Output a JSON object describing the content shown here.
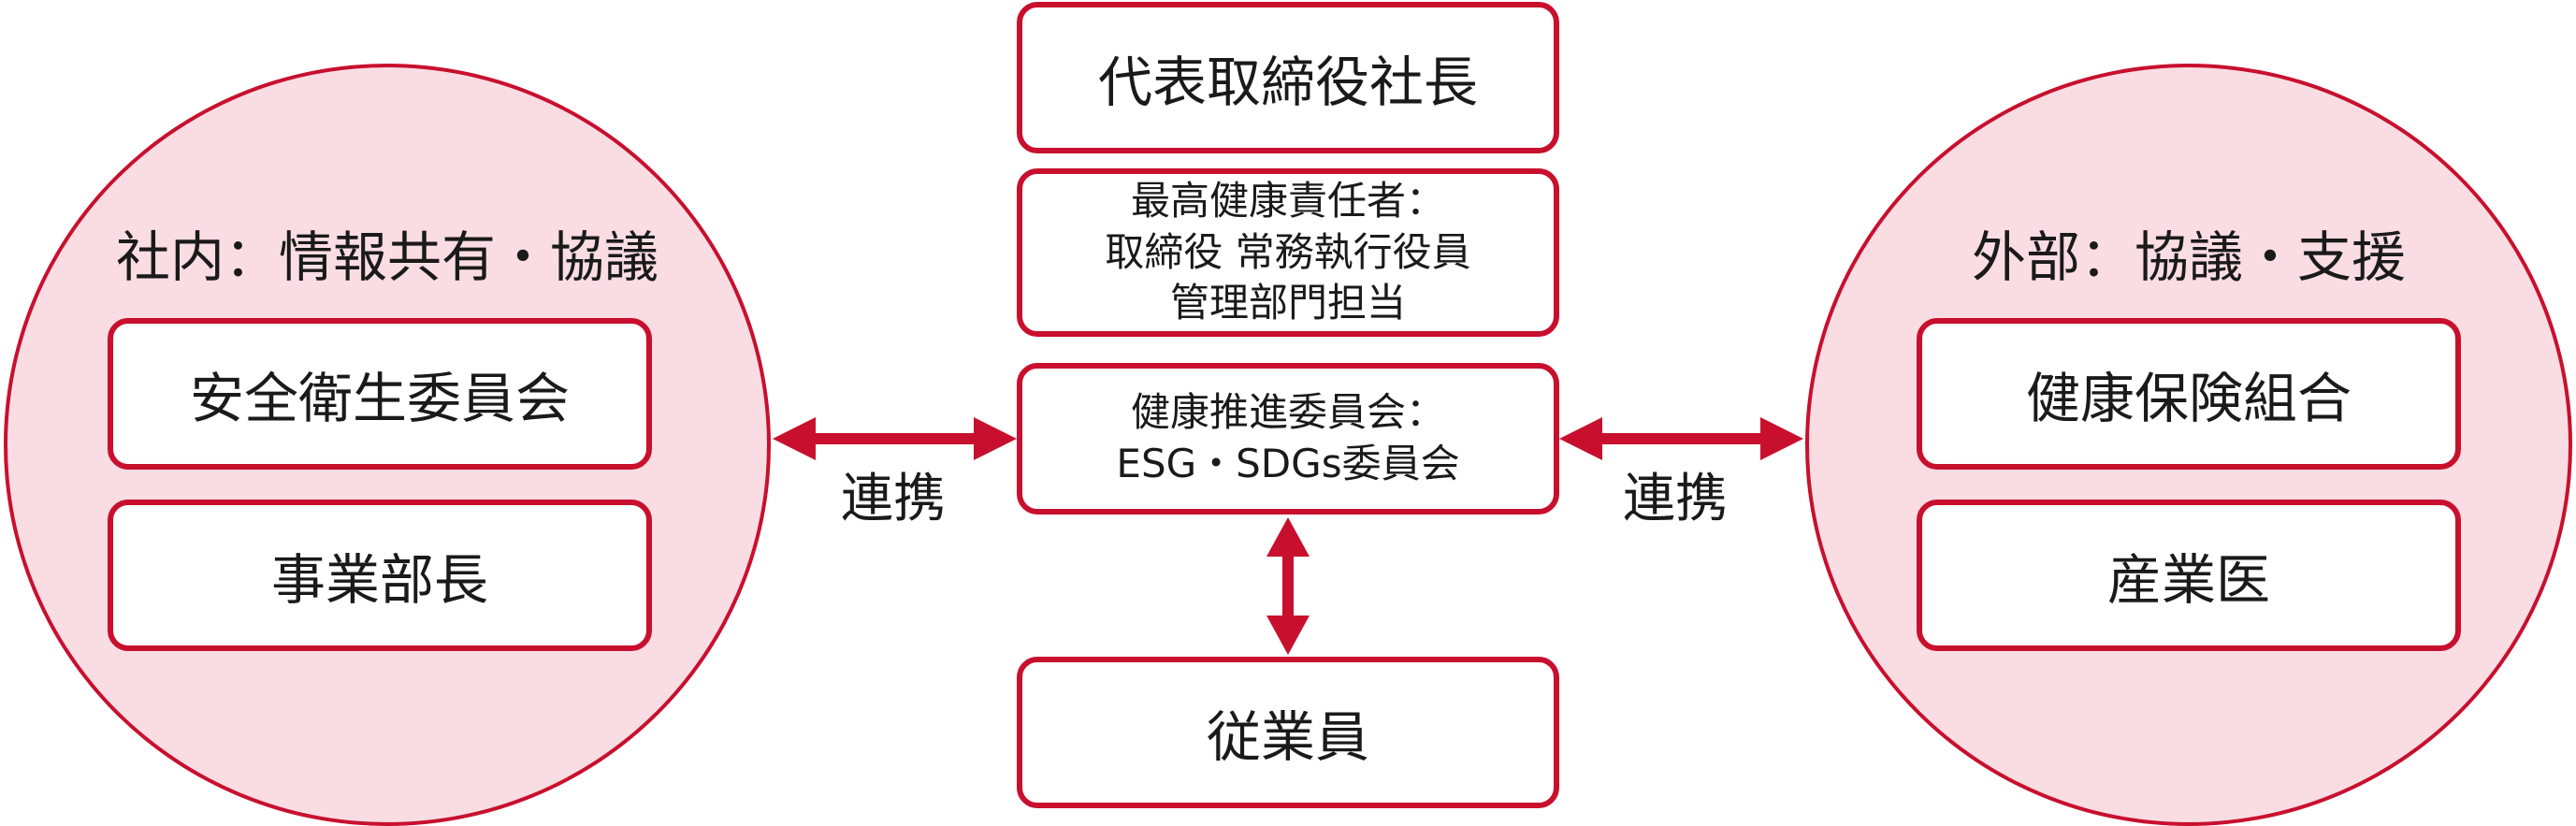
{
  "center": {
    "president": "代表取締役社長",
    "chief_officer": {
      "line1": "最高健康責任者：",
      "line2": "取締役 常務執行役員",
      "line3": "管理部門担当"
    },
    "committee": {
      "line1": "健康推進委員会：",
      "line2": "ESG・SDGs委員会"
    },
    "employees": "従業員"
  },
  "internal": {
    "title": "社内：情報共有・協議",
    "items": [
      "安全衛生委員会",
      "事業部長"
    ]
  },
  "external": {
    "title": "外部：協議・支援",
    "items": [
      "健康保険組合",
      "産業医"
    ]
  },
  "links": {
    "left_label": "連携",
    "right_label": "連携"
  },
  "colors": {
    "accent": "#c8102e",
    "circle_fill": "#f9dde3",
    "box_fill": "#ffffff"
  }
}
